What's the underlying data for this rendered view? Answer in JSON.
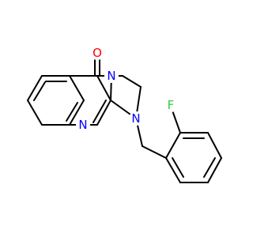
{
  "molecule": {
    "atoms": {
      "O": {
        "text": "O",
        "color": "#ff0000"
      },
      "N_amide": {
        "text": "N",
        "color": "#0000ff"
      },
      "N_ring": {
        "text": "N",
        "color": "#0000ff"
      },
      "N_imid": {
        "text": "N",
        "color": "#0000ff"
      },
      "F": {
        "text": "F",
        "color": "#33cc33"
      }
    },
    "bond_color": "#000000"
  }
}
